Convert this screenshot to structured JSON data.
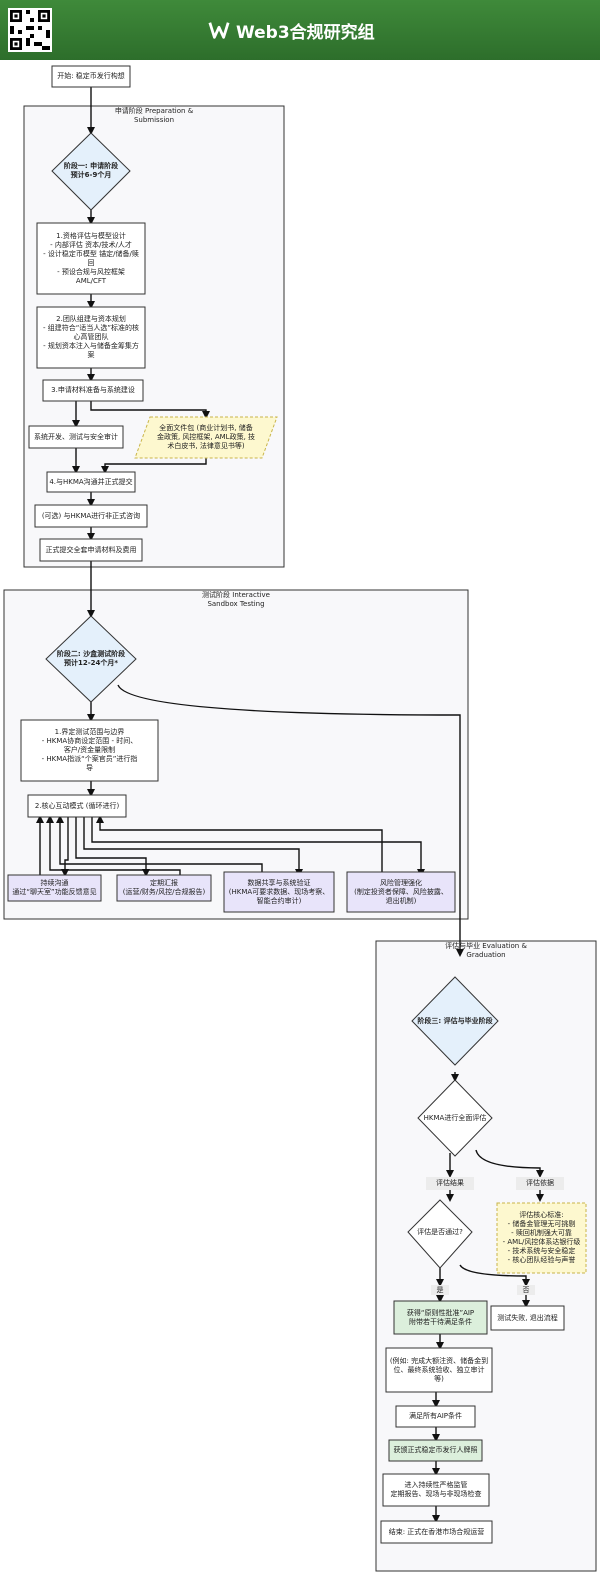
{
  "header": {
    "title": "Web3合规研究组",
    "logo": "w-logo-icon"
  },
  "phases": {
    "p1": {
      "title_1": "申请阶段 Preparation &",
      "title_2": "Submission"
    },
    "p2": {
      "title_1": "测试阶段 Interactive",
      "title_2": "Sandbox Testing"
    },
    "p3": {
      "title_1": "评估与毕业 Evaluation &",
      "title_2": "Graduation"
    }
  },
  "nodes": {
    "start": "开始: 稳定币发行构想",
    "d1": [
      "阶段一: 申请阶段",
      "预计6-9个月"
    ],
    "n1": [
      "1.资格评估与模型设计",
      "- 内部评估 资本/技术/人才",
      "- 设计稳定币模型 锚定/储备/赎",
      "回",
      "- 预设合规与风控框架",
      "AML/CFT"
    ],
    "n2": [
      "2.团队组建与资本规划",
      "- 组建符合“适当人选”标准的核",
      "心高管团队",
      "- 规划资本注入与储备金筹集方",
      "案"
    ],
    "n3": "3.申请材料准备与系统建设",
    "sys": "系统开发、测试与安全审计",
    "docs": [
      "全面文件包 (商业计划书, 储备",
      "金政策, 风控框架, AML政策, 技",
      "术白皮书, 法律意见书等)"
    ],
    "n4": "4.与HKMA沟通并正式提交",
    "opt": "(可选) 与HKMA进行非正式咨询",
    "submit": "正式提交全套申请材料及费用",
    "d2": [
      "阶段二: 沙盒测试阶段",
      "预计12-24个月*"
    ],
    "t1": [
      "1.界定测试范围与边界",
      "- HKMA协商设定范围 - 时间、",
      "客户/资金量限制",
      "- HKMA指派“个案官员”进行指",
      "导"
    ],
    "t2": "2.核心互动模式 (循环进行)",
    "c1": [
      "持续沟通",
      "通过“聊天室”功能反馈意见"
    ],
    "c2": [
      "定期汇报",
      "(运营/财务/风控/合规报告)"
    ],
    "c3": [
      "数据共享与系统验证",
      "(HKMA可要求数据、现场考察、",
      "智能合约审计)"
    ],
    "c4": [
      "风险管理强化",
      "(制定投资者保障、风险披露、",
      "退出机制)"
    ],
    "d3": "阶段三: 评估与毕业阶段",
    "d4": "HKMA进行全面评估",
    "eval_label": "评估结果",
    "basis_label": "评估依据",
    "d5": "评估是否通过?",
    "criteria": [
      "评估核心标准:",
      "- 储备金管理无可挑剔",
      "- 赎回机制强大可靠",
      "- AML/风控体系达银行级",
      "- 技术系统与安全稳定",
      "- 核心团队经验与声誉"
    ],
    "yes": "是",
    "no": "否",
    "aip": [
      "获得“原则性批准”AIP",
      "附带若干待满足条件"
    ],
    "fail": "测试失败, 退出流程",
    "example": [
      "(例如: 完成大额注资、储备金到",
      "位、最终系统验收、独立审计",
      "等)"
    ],
    "meet": "满足所有AIP条件",
    "license": "获颁正式稳定币发行人牌照",
    "ongoing": [
      "进入持续性严格监管",
      "定期报告、现场与非现场检查"
    ],
    "end": "结束: 正式在香港市场合规运营"
  },
  "colors": {
    "header": "#2f7030",
    "box_fill": "#ffffff",
    "diamond": "#e4f0fb",
    "lavender": "#e8e4fa",
    "note": "#fdf8cf",
    "green": "#dcefdc",
    "panel": "#f8f8fa"
  }
}
